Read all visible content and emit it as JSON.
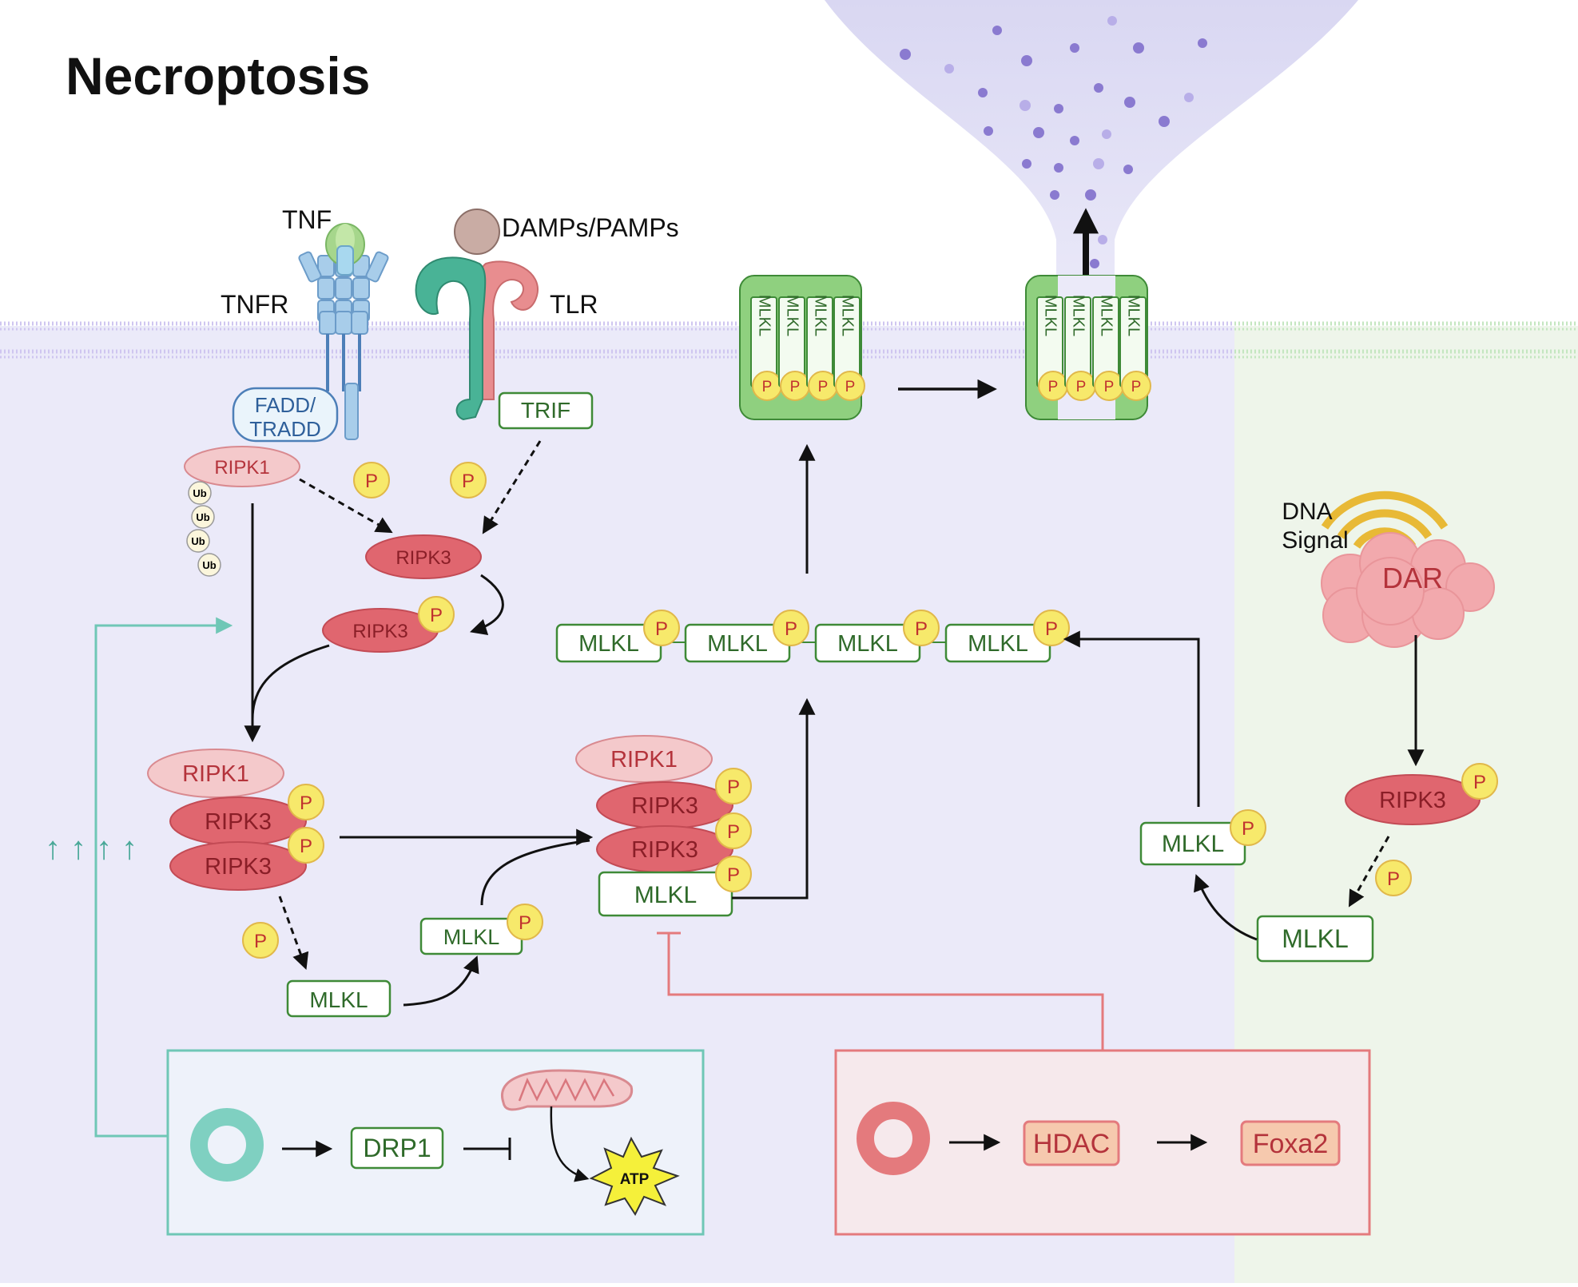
{
  "title": "Necroptosis",
  "receptors": {
    "tnf": "TNF",
    "tnfr": "TNFR",
    "damps": "DAMPs/PAMPs",
    "tlr": "TLR",
    "trif": "TRIF",
    "fadd_line1": "FADD/",
    "fadd_line2": "TRADD"
  },
  "proteins": {
    "ripk1": "RIPK1",
    "ripk3": "RIPK3",
    "mlkl": "MLKL",
    "phospho": "P",
    "ub": "Ub",
    "dar": "DAR",
    "dna_line1": "DNA",
    "dna_line2": "Signal"
  },
  "upregulation": "↑↑↑↑",
  "bottom_left_box": {
    "drp1": "DRP1",
    "atp": "ATP"
  },
  "bottom_right_box": {
    "hdac": "HDAC",
    "foxa2": "Foxa2"
  },
  "colors": {
    "cytoplasm": "#ebeaf9",
    "right_panel": "#eef5ea",
    "ripk1_fill": "#f4c9cb",
    "ripk3_fill": "#e0666f",
    "mlkl_stroke": "#3e8a37",
    "mlkl_text": "#2f6a2a",
    "phospho_fill": "#f7e96b",
    "teal": "#7fd0c1",
    "salmon": "#e47a7d",
    "receptor_blue": "#a8cdea",
    "tlr_green": "#49b396",
    "tlr_pink": "#e88d8f"
  },
  "icons": [
    "tnf-trimer-icon",
    "tnfr-receptor-icon",
    "tlr-receptor-icon",
    "damp-ball-icon",
    "mitochondrion-icon",
    "atp-burst-icon",
    "dna-signal-icon",
    "teal-ring-icon",
    "red-ring-icon",
    "mlkl-pore-icon",
    "released-particles-icon"
  ]
}
